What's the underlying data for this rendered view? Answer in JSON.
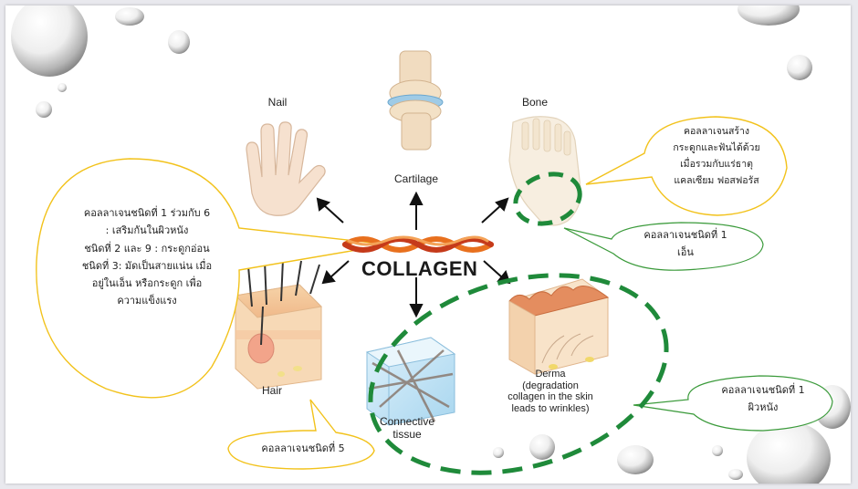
{
  "diagram": {
    "center_label": "COLLAGEN",
    "nodes": {
      "nail": "Nail",
      "cartilage": "Cartilage",
      "bone": "Bone",
      "hair": "Hair",
      "connective": "Connective\ntissue",
      "derma": "Derma\n(degradation\ncollagen in the skin\nleads to wrinkles)"
    }
  },
  "callouts": {
    "left_big": "คอลลาเจนชนิดที่ 1 ร่วมกับ 6\n: เสริมกันในผิวหนัง\nชนิดที่ 2 และ 9 : กระดูกอ่อน\nชนิดที่ 3: มัดเป็นสายแน่น เมื่อ\nอยู่ในเอ็น หรือกระดูก เพื่อ\nความแข็งแรง",
    "bone_info": "คอลลาเจนสร้าง\nกระดูกและฟันได้ด้วย\nเมื่อรวมกับแร่ธาตุ\nแคลเซียม ฟอสฟอรัส",
    "tendon": "คอลลาเจนชนิดที่ 1\nเอ็น",
    "skin": "คอลลาเจนชนิดที่ 1\nผิวหนัง",
    "type5": "คอลลาเจนชนิดที่ 5"
  },
  "colors": {
    "callout_yellow": "#f2c21b",
    "callout_green": "#3a9a3a",
    "dash_green": "#1f8a3a",
    "braid_orange": "#e8701e",
    "braid_red": "#c53a1a"
  }
}
